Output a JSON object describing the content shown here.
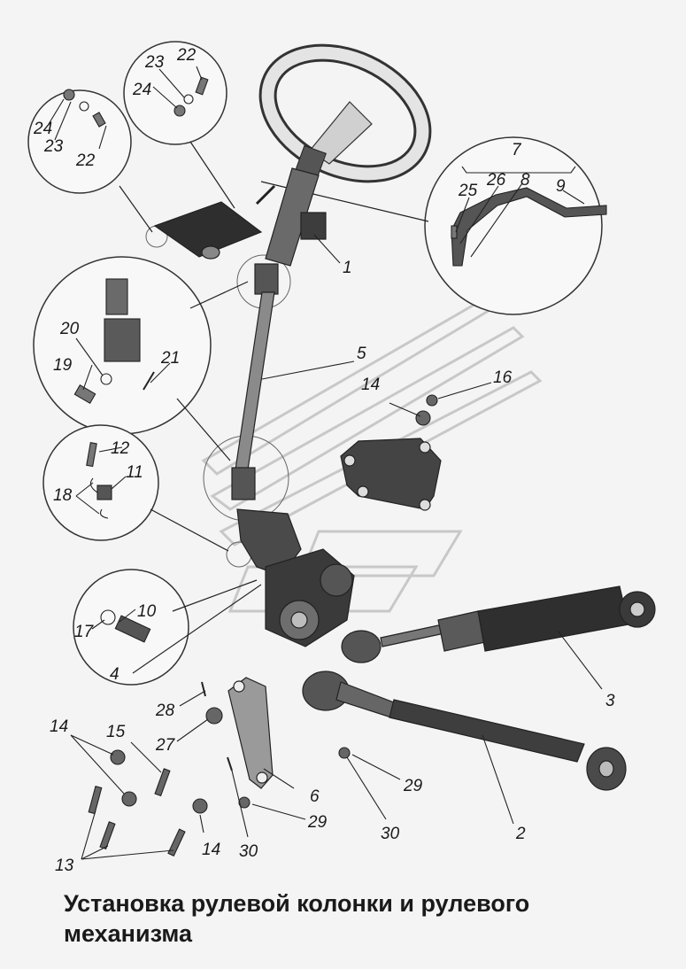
{
  "caption": "Установка рулевой колонки и рулевого механизма",
  "callouts": [
    "1",
    "2",
    "3",
    "4",
    "5",
    "6",
    "7",
    "8",
    "9",
    "10",
    "11",
    "12",
    "13",
    "14",
    "14",
    "14",
    "14",
    "15",
    "16",
    "17",
    "18",
    "19",
    "20",
    "21",
    "22",
    "22",
    "23",
    "23",
    "24",
    "24",
    "25",
    "26",
    "27",
    "28",
    "29",
    "29",
    "30",
    "30"
  ]
}
